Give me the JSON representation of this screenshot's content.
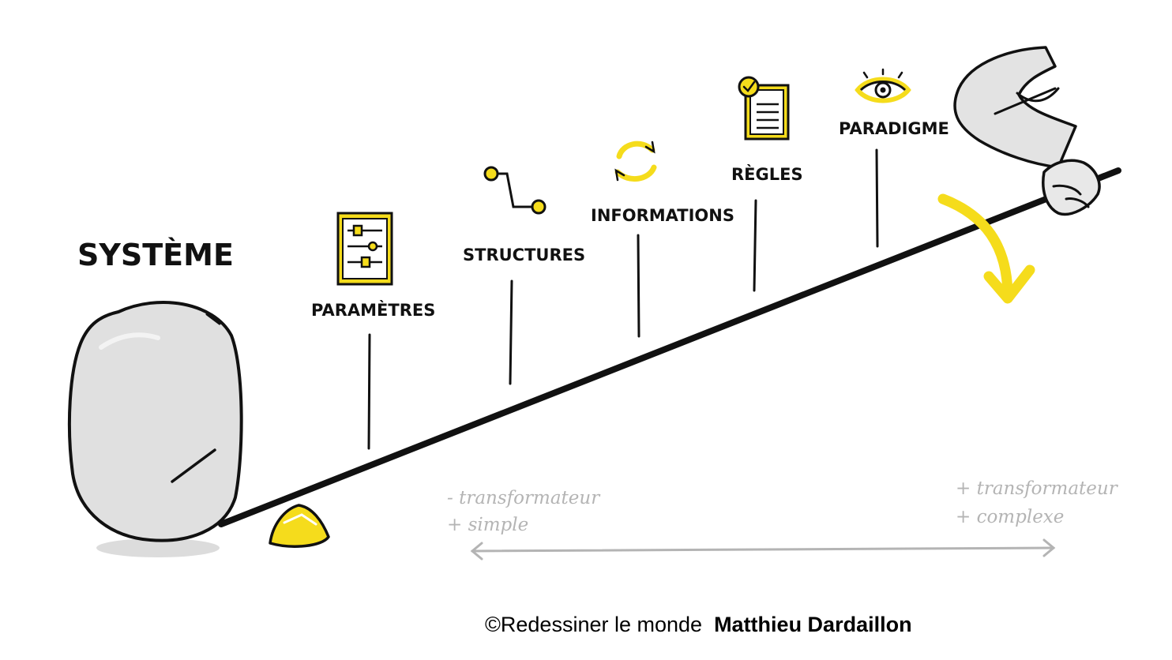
{
  "system_label": "SYSTÈME",
  "levers": [
    {
      "label": "PARAMÈTRES",
      "icon": "sliders-icon"
    },
    {
      "label": "STRUCTURES",
      "icon": "connector-icon"
    },
    {
      "label": "INFORMATIONS",
      "icon": "refresh-icon"
    },
    {
      "label": "RÈGLES",
      "icon": "checklist-icon"
    },
    {
      "label": "PARADIGME",
      "icon": "eye-icon"
    }
  ],
  "scale": {
    "left_line1": "- transformateur",
    "left_line2": "+ simple",
    "right_line1": "+ transformateur",
    "right_line2": "+ complexe"
  },
  "credit": {
    "prefix": "©Redessiner le monde",
    "author": "Matthieu Dardaillon"
  },
  "colors": {
    "accent": "#f5dc1c",
    "ink": "#111111",
    "stone": "#d6d6d6",
    "faint": "#b4b4b4"
  }
}
